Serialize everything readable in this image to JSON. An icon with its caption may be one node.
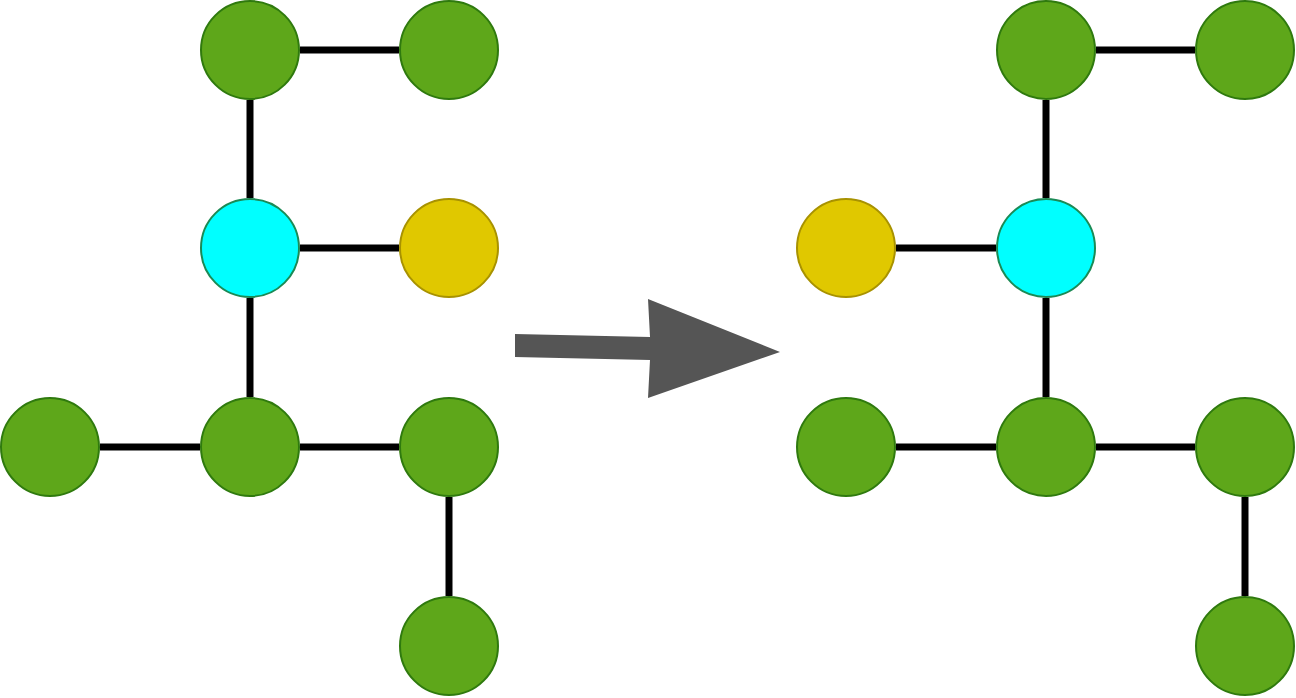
{
  "diagram": {
    "nodes": [
      {
        "text": [],
        "shape": "circle"
      },
      {
        "text": [],
        "shape": "circle"
      },
      {
        "text": [],
        "shape": "circle"
      },
      {
        "text": [],
        "shape": "circle"
      },
      {
        "text": [],
        "shape": "circle"
      },
      {
        "text": [],
        "shape": "circle"
      },
      {
        "text": [],
        "shape": "circle"
      },
      {
        "text": [],
        "shape": "circle"
      },
      {
        "text": [],
        "shape": "circle"
      },
      {
        "text": [],
        "shape": "circle"
      },
      {
        "text": [],
        "shape": "circle"
      },
      {
        "text": [],
        "shape": "circle"
      },
      {
        "text": [],
        "shape": "circle"
      },
      {
        "text": [],
        "shape": "circle"
      },
      {
        "text": [],
        "shape": "circle"
      },
      {
        "text": [],
        "shape": "circle"
      }
    ],
    "edges": [
      {
        "from": 0,
        "to": 1,
        "arrow": "none"
      },
      {
        "from": 0,
        "to": 2,
        "arrow": "none"
      },
      {
        "from": 2,
        "to": 3,
        "arrow": "none"
      },
      {
        "from": 2,
        "to": 5,
        "arrow": "none"
      },
      {
        "from": 4,
        "to": 5,
        "arrow": "none"
      },
      {
        "from": 5,
        "to": 6,
        "arrow": "none"
      },
      {
        "from": 6,
        "to": 7,
        "arrow": "none"
      },
      {
        "from": 8,
        "to": 9,
        "arrow": "none"
      },
      {
        "from": 8,
        "to": 11,
        "arrow": "none"
      },
      {
        "from": 10,
        "to": 11,
        "arrow": "none"
      },
      {
        "from": 11,
        "to": 13,
        "arrow": "none"
      },
      {
        "from": 12,
        "to": 13,
        "arrow": "none"
      },
      {
        "from": 13,
        "to": 14,
        "arrow": "none"
      },
      {
        "from": 14,
        "to": 15,
        "arrow": "none"
      }
    ]
  }
}
